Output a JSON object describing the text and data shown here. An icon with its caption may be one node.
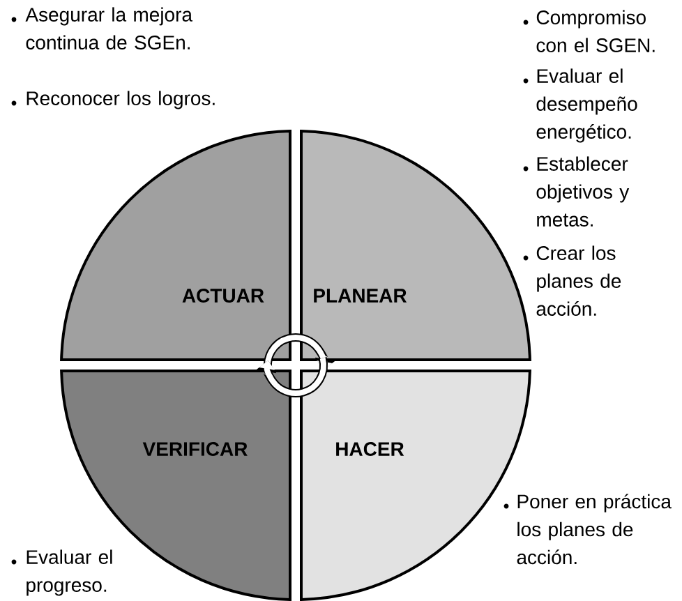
{
  "diagram": {
    "nodes": [
      {
        "text": [
          "ACTUAR"
        ]
      },
      {
        "text": [
          "PLANEAR"
        ]
      },
      {
        "text": [
          "VERIFICAR"
        ]
      },
      {
        "text": [
          "HACER"
        ]
      }
    ],
    "labels": [
      "Asegurar la mejora continua de SGEn.",
      "Reconocer los logros.",
      "Compromiso con el SGEN.",
      "Evaluar el desempeño energético.",
      "Establecer objetivos y metas.",
      "Crear los planes de acción.",
      "Poner en práctica los planes de acción.",
      "Evaluar el progreso."
    ]
  }
}
